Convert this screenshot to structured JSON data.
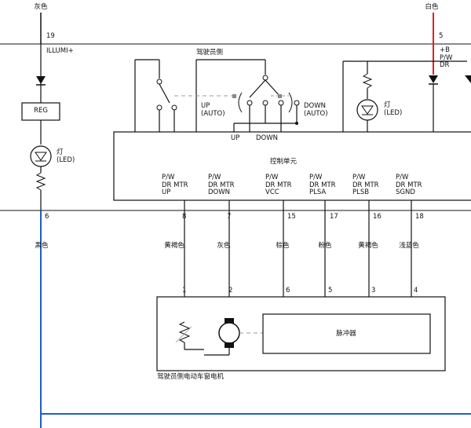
{
  "wire_colors": {
    "top_left": "灰色",
    "top_right": "白色",
    "bottom_left": "黑色",
    "pin8": "黄褐色",
    "pin7": "灰色",
    "pin15": "棕色",
    "pin17": "粉色",
    "pin16": "黄褐色",
    "pin18": "浅蓝色"
  },
  "pins": {
    "p19": "19",
    "p5": "5",
    "p6": "6",
    "p8": "8",
    "p7": "7",
    "p15": "15",
    "p17": "17",
    "p16": "16",
    "p18": "18",
    "m1": "1",
    "m2": "2",
    "m3": "6",
    "m4": "5",
    "m5": "3",
    "m6": "4"
  },
  "labels": {
    "illumi": "ILLUMI+",
    "plus_b": "+B",
    "pw": "P/W",
    "dr": "DR",
    "reg": "REG",
    "lamp_left": "灯",
    "lamp_left_sub": "(LED)",
    "lamp_right": "灯",
    "lamp_right_sub": "(LED)",
    "driver_side": "驾驶员侧",
    "switch_up": "UP",
    "switch_up_auto": "(AUTO)",
    "switch_down": "DOWN",
    "switch_down_auto": "(AUTO)",
    "unit_up": "UP",
    "unit_down": "DOWN",
    "control_unit": "控制单元",
    "pulse": "脉冲器",
    "motor_caption": "驾驶员侧电动车窗电机"
  },
  "terminals": [
    {
      "l1": "P/W",
      "l2": "DR MTR",
      "l3": "UP"
    },
    {
      "l1": "P/W",
      "l2": "DR MTR",
      "l3": "DOWN"
    },
    {
      "l1": "P/W",
      "l2": "DR MTR",
      "l3": "VCC"
    },
    {
      "l1": "P/W",
      "l2": "DR MTR",
      "l3": "PLSA"
    },
    {
      "l1": "P/W",
      "l2": "DR MTR",
      "l3": "PLSB"
    },
    {
      "l1": "P/W",
      "l2": "DR MTR",
      "l3": "SGND"
    }
  ],
  "colors": {
    "line": "#111111",
    "frame": "#7f7f7f",
    "red_wire": "#e0202a",
    "blue_wire": "#1f5fbf",
    "dash": "#999999"
  }
}
